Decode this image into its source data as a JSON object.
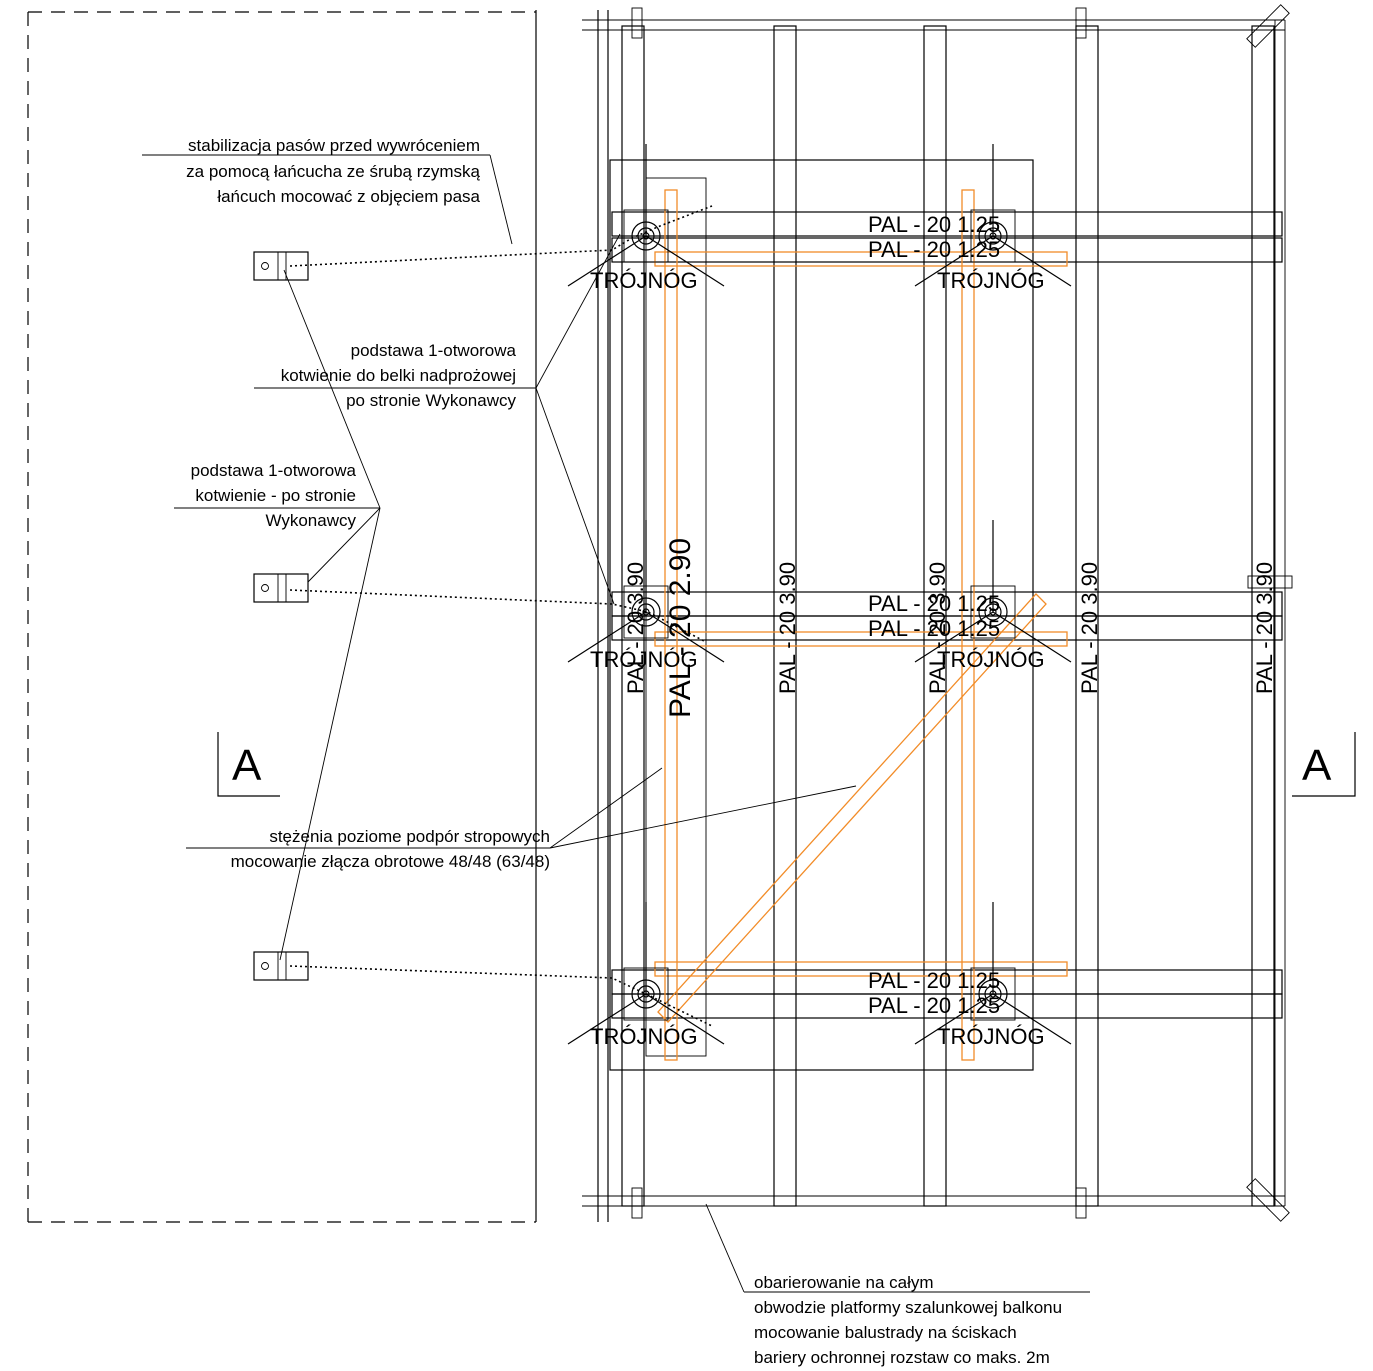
{
  "annotations": {
    "chain_stabilization": [
      "stabilizacja pasów przed wywróceniem",
      "za pomocą łańcucha ze śrubą rzymską",
      "łańcuch mocować z objęciem pasa"
    ],
    "base_lintel": [
      "podstawa 1-otworowa",
      "kotwienie do belki nadprożowej",
      "po stronie Wykonawcy"
    ],
    "base_contractor": [
      "podstawa 1-otworowa",
      "kotwienie - po stronie",
      "Wykonawcy"
    ],
    "bracing": [
      "stężenia poziome podpór stropowych",
      "mocowanie złącza obrotowe 48/48 (63/48)"
    ],
    "barrier": [
      "obarierowanie na całym",
      "obwodzie platformy szalunkowej balkonu",
      "mocowanie balustrady na ściskach",
      "bariery ochronnej rozstaw co maks. 2m"
    ]
  },
  "labels": {
    "tripod": "TRÓJNÓG",
    "pal_short": "PAL - 20 1.25",
    "pal_long": "PAL - 20 3.90",
    "pal_diag": "PAL - 20 2.90",
    "section_mark": "A"
  },
  "colors": {
    "line": "#000000",
    "bracing": "#f28c28"
  }
}
